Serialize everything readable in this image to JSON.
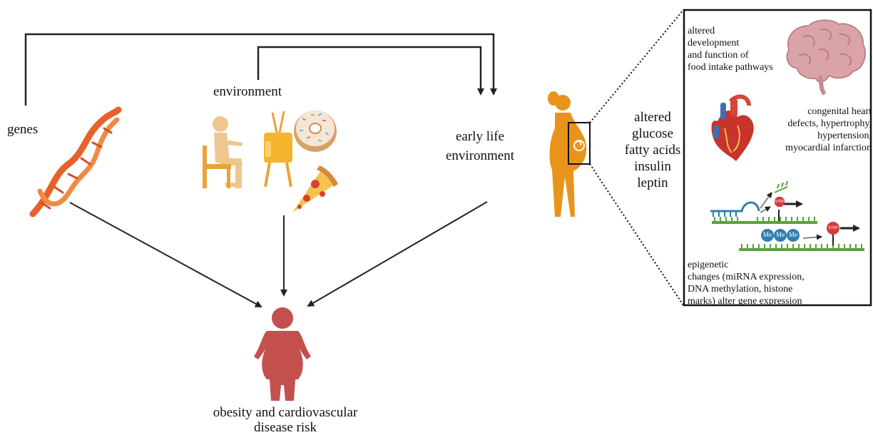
{
  "labels": {
    "genes": "genes",
    "environment": "environment",
    "early_life_line1": "early life",
    "early_life_line2": "environment",
    "outcome_line1": "obesity and cardiovascular",
    "outcome_line2": "disease risk",
    "metabolites": [
      "altered",
      "glucose",
      "fatty acids",
      "insulin",
      "leptin"
    ]
  },
  "panel": {
    "brain_text": [
      "altered",
      "development",
      "and function of",
      "food intake pathways"
    ],
    "heart_text": [
      "congenital heart",
      "defects, hypertrophy,",
      "hypertension,",
      "myocardial infarction"
    ],
    "epigenetic_text": [
      "epigenetic",
      "changes (miRNA expression,",
      "DNA methylation, histone",
      "marks) alter gene expression"
    ],
    "stop_label": "STOP",
    "methyl_label": "Me"
  },
  "colors": {
    "arrow": "#222222",
    "dna_orange": "#e8612a",
    "figure_orange": "#e8941c",
    "person_red": "#c4504e",
    "panel_border": "#111111",
    "dna_green": "#5aa23c",
    "methyl_blue": "#2f7fb0",
    "stop_red": "#d63a3a"
  }
}
